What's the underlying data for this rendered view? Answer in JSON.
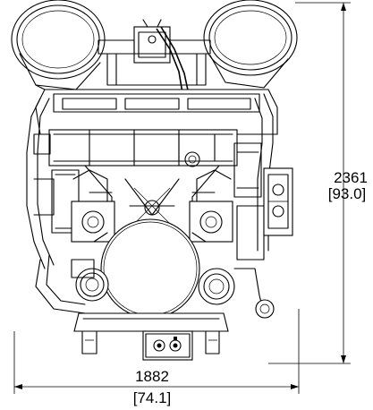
{
  "dimensions": {
    "width_mm": "1882",
    "width_in": "[74.1]",
    "height_mm": "2361",
    "height_in": "[93.0]"
  }
}
